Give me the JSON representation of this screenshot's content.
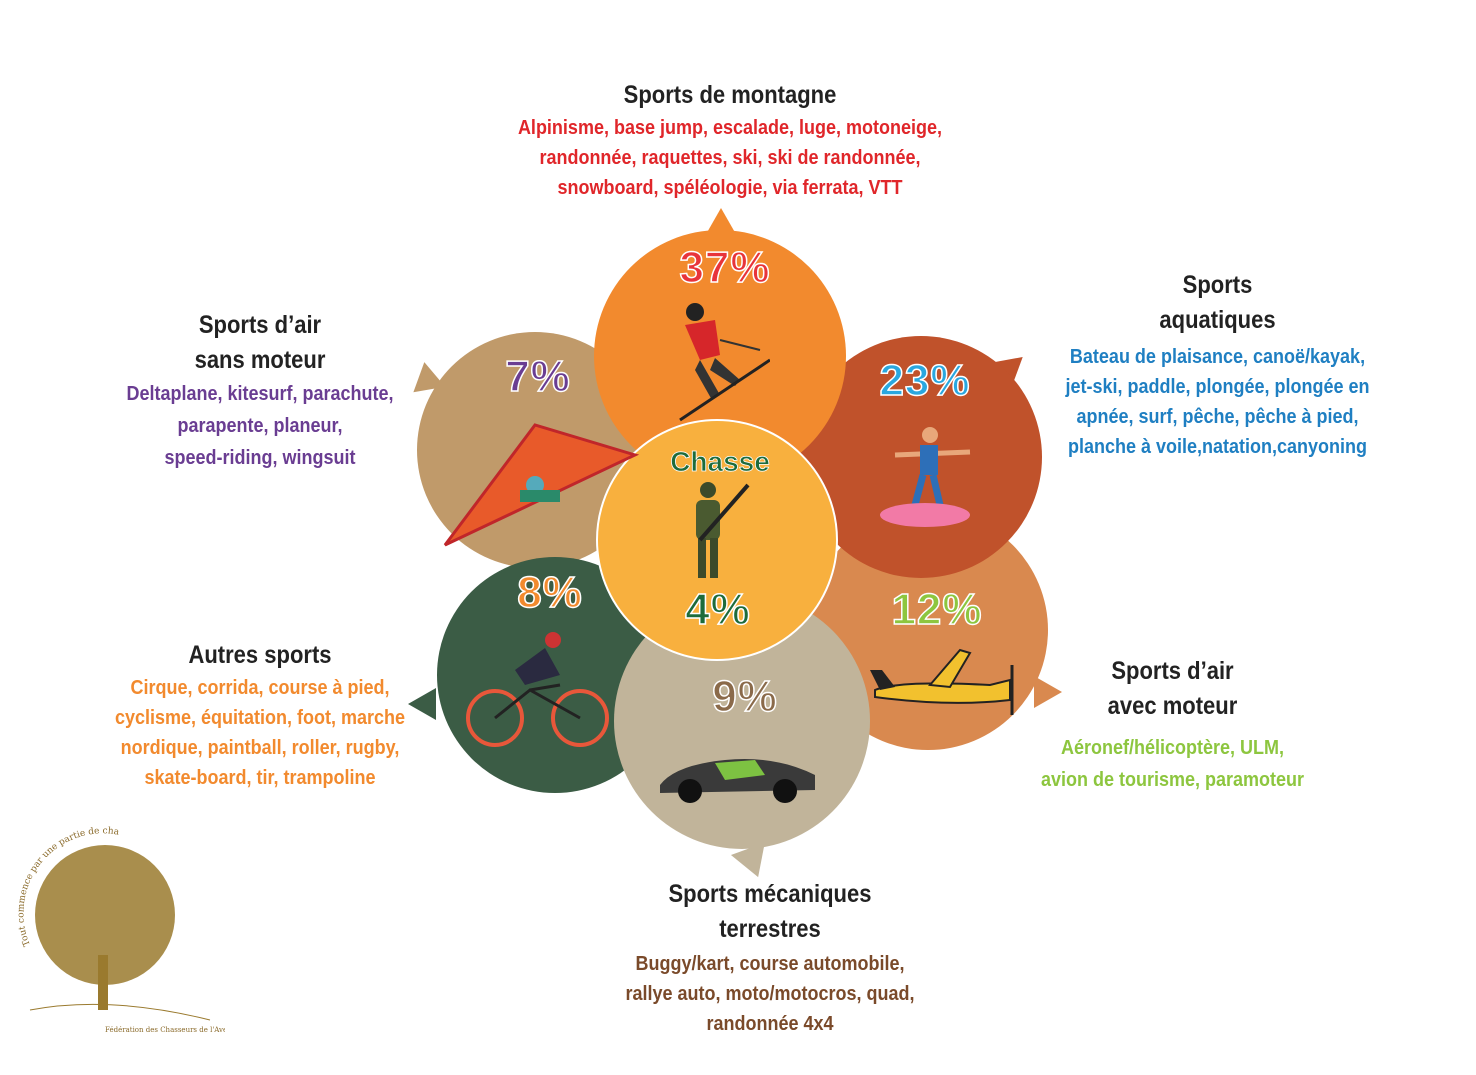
{
  "center": {
    "label": "Chasse",
    "percent": "4%",
    "color": "#f8b03e"
  },
  "segments": [
    {
      "id": "montagne",
      "title": [
        "Sports de montagne"
      ],
      "percent": "37%",
      "items": [
        "Alpinisme, base jump, escalade, luge, motoneige,",
        "randonnée, raquettes, ski, ski de randonnée,",
        "snowboard, spéléologie, via ferrata, VTT"
      ],
      "color": "#f28a2e",
      "text_color": "#e0262a",
      "icon": "skier-icon"
    },
    {
      "id": "aquatiques",
      "title": [
        "Sports",
        "aquatiques"
      ],
      "percent": "23%",
      "items": [
        "Bateau de plaisance, canoë/kayak,",
        "jet-ski, paddle, plongée, plongée en",
        "apnée, surf, pêche, pêche à pied,",
        "planche à voile,natation,canyoning"
      ],
      "color": "#c0522b",
      "text_color": "#1f7fc2",
      "icon": "surfer-icon"
    },
    {
      "id": "air-moteur",
      "title": [
        "Sports d’air",
        "avec moteur"
      ],
      "percent": "12%",
      "items": [
        "Aéronef/hélicoptère, ULM,",
        "avion de tourisme, paramoteur"
      ],
      "color": "#d9894f",
      "text_color": "#8dc63f",
      "icon": "airplane-icon"
    },
    {
      "id": "mecaniques",
      "title": [
        "Sports mécaniques",
        "terrestres"
      ],
      "percent": "9%",
      "items": [
        "Buggy/kart, course automobile,",
        "rallye auto, moto/motocros, quad,",
        "randonnée 4x4"
      ],
      "color": "#c1b49a",
      "text_color": "#7a4a2a",
      "icon": "race-car-icon"
    },
    {
      "id": "autres",
      "title": [
        "Autres sports"
      ],
      "percent": "8%",
      "items": [
        "Cirque, corrida, course à pied,",
        "cyclisme, équitation, foot, marche",
        "nordique, paintball, roller, rugby,",
        "skate-board, tir, trampoline"
      ],
      "color": "#3b5c45",
      "text_color": "#f28a2e",
      "icon": "cyclist-icon"
    },
    {
      "id": "air-sans-moteur",
      "title": [
        "Sports d’air",
        "sans moteur"
      ],
      "percent": "7%",
      "items": [
        "Deltaplane, kitesurf, parachute,",
        "parapente, planeur,",
        "speed-riding, wingsuit"
      ],
      "color": "#c09a6a",
      "text_color": "#6a3d92",
      "icon": "hang-glider-icon"
    }
  ],
  "percent_colors": {
    "montagne": "#e8343a",
    "aquatiques": "#2aa7df",
    "air-moteur": "#8dc63f",
    "mecaniques": "#8a6a4a",
    "autres": "#f28a2e",
    "air-sans-moteur": "#6a3d92",
    "center": "#1d6b3b"
  },
  "logo": {
    "motto": "Tout commence par une partie de chasse...",
    "org": "Fédération des Chasseurs de l'Aveyron"
  }
}
